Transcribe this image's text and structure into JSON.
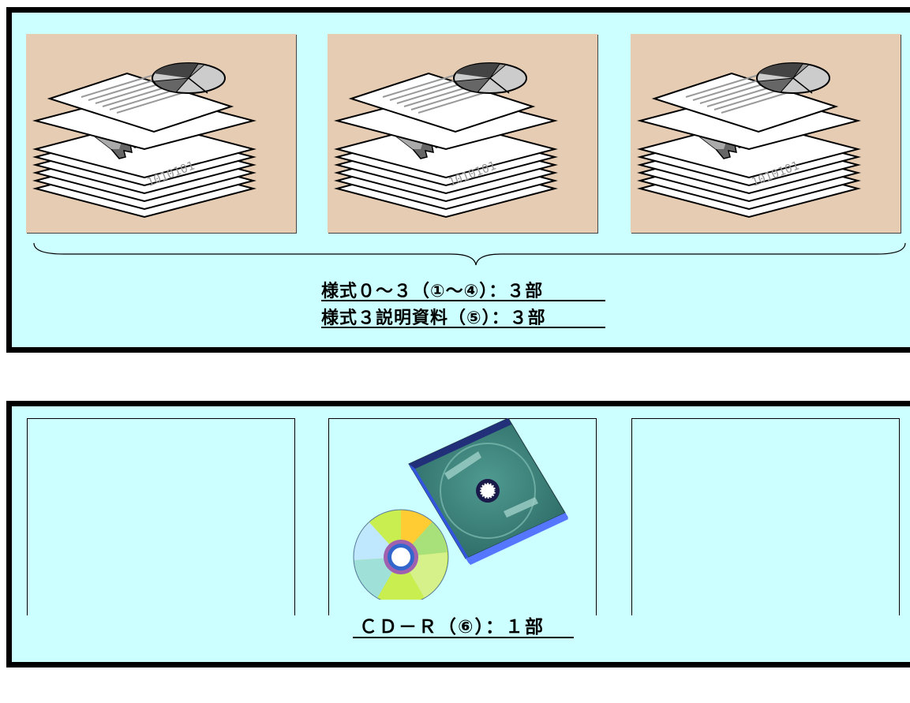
{
  "top_panel": {
    "caption_line1": "様式０～３（①～④）：３部",
    "caption_line2": "様式３説明資料（⑤）：３部",
    "tiles": [
      "document-stack",
      "document-stack",
      "document-stack"
    ]
  },
  "bottom_panel": {
    "caption": "ＣＤ－Ｒ（⑥）：１部",
    "slots": [
      "empty",
      "cd-r",
      "empty"
    ]
  },
  "colors": {
    "panel_background": "#ccffff",
    "tile_background": "#e6ccb3",
    "border": "#000000"
  }
}
